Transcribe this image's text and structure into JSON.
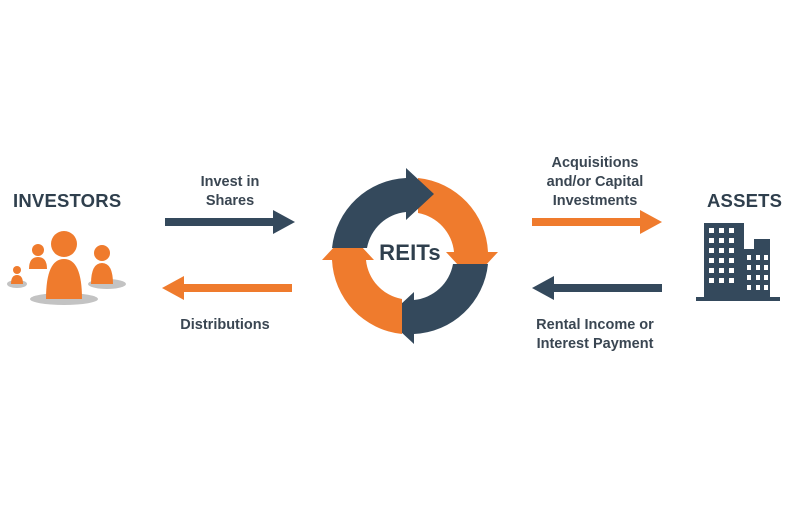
{
  "investors": {
    "heading": "INVESTORS"
  },
  "assets": {
    "heading": "ASSETS"
  },
  "center": {
    "label": "REITs"
  },
  "flows": {
    "invest_in_shares": {
      "line1": "Invest in",
      "line2": "Shares"
    },
    "distributions": {
      "line1": "Distributions"
    },
    "acquisitions": {
      "line1": "Acquisitions",
      "line2": "and/or Capital",
      "line3": "Investments"
    },
    "rental_income": {
      "line1": "Rental Income or",
      "line2": "Interest Payment"
    }
  },
  "colors": {
    "orange": "#ef7b2d",
    "navy": "#34495c",
    "gray": "#c3c3c3"
  },
  "icons": {
    "investors": "people-group-icon",
    "assets": "office-buildings-icon",
    "center": "cycle-ring-icon"
  }
}
